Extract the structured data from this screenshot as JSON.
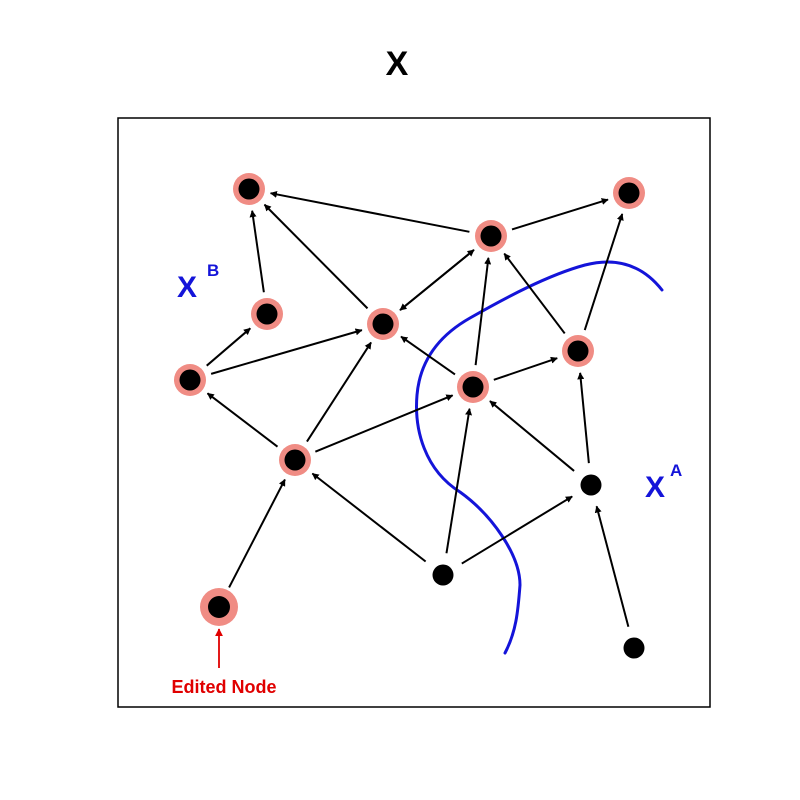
{
  "title": "X",
  "labels": {
    "xb_main": "X",
    "xb_sup": "B",
    "xa_main": "X",
    "xa_sup": "A",
    "edited_node": "Edited Node"
  },
  "colors": {
    "frame": "#000000",
    "node_fill": "#000000",
    "affected_ring": "#f08c84",
    "edge": "#000000",
    "boundary": "#1414d9",
    "note": "#e00000"
  },
  "nodes": [
    {
      "id": "n1",
      "affected": true
    },
    {
      "id": "n2",
      "affected": true
    },
    {
      "id": "n3",
      "affected": true
    },
    {
      "id": "n4",
      "affected": true
    },
    {
      "id": "n5",
      "affected": true
    },
    {
      "id": "n6",
      "affected": true
    },
    {
      "id": "n7",
      "affected": true
    },
    {
      "id": "n8",
      "affected": true
    },
    {
      "id": "n9",
      "affected": true
    },
    {
      "id": "n10",
      "affected": true
    },
    {
      "id": "n11",
      "affected": true,
      "edited": true
    },
    {
      "id": "n12",
      "affected": false
    },
    {
      "id": "n13",
      "affected": false
    },
    {
      "id": "n14",
      "affected": false
    }
  ],
  "edges": [
    [
      "n4",
      "n1"
    ],
    [
      "n5",
      "n1"
    ],
    [
      "n3",
      "n1"
    ],
    [
      "n3",
      "n2"
    ],
    [
      "n3",
      "n5"
    ],
    [
      "n6",
      "n4"
    ],
    [
      "n6",
      "n5"
    ],
    [
      "n5",
      "n3"
    ],
    [
      "n7",
      "n3"
    ],
    [
      "n8",
      "n3"
    ],
    [
      "n8",
      "n2"
    ],
    [
      "n7",
      "n5"
    ],
    [
      "n7",
      "n8"
    ],
    [
      "n9",
      "n6"
    ],
    [
      "n9",
      "n5"
    ],
    [
      "n9",
      "n7"
    ],
    [
      "n11",
      "n9"
    ],
    [
      "n12",
      "n9"
    ],
    [
      "n12",
      "n7"
    ],
    [
      "n12",
      "n13"
    ],
    [
      "n13",
      "n7"
    ],
    [
      "n13",
      "n8"
    ],
    [
      "n14",
      "n13"
    ]
  ]
}
